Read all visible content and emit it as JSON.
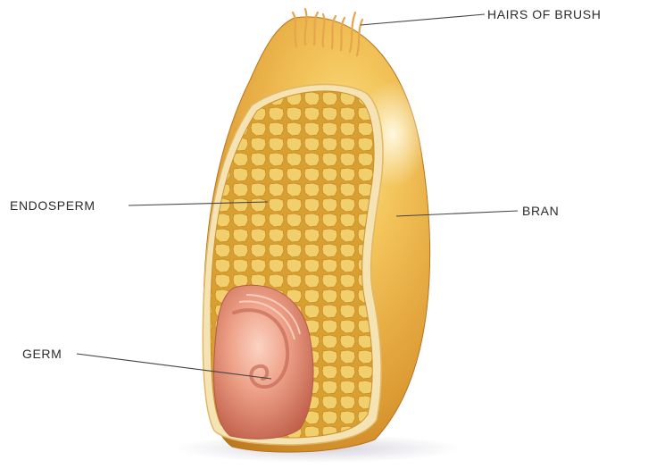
{
  "diagram": {
    "labels": {
      "hairs": "HAIRS OF BRUSH",
      "endosperm": "ENDOSPERM",
      "bran": "BRAN",
      "germ": "GERM"
    },
    "colors": {
      "bran_light": "#f6c655",
      "bran_mid": "#e4a23a",
      "bran_dark": "#b8741c",
      "endosperm_fill": "#e2ac38",
      "endosperm_cells": "#f2d57a",
      "seed_coat_rim": "#f6e3b4",
      "germ_light": "#f4b19a",
      "germ_dark": "#c76a57",
      "leader_line": "#444444"
    }
  }
}
